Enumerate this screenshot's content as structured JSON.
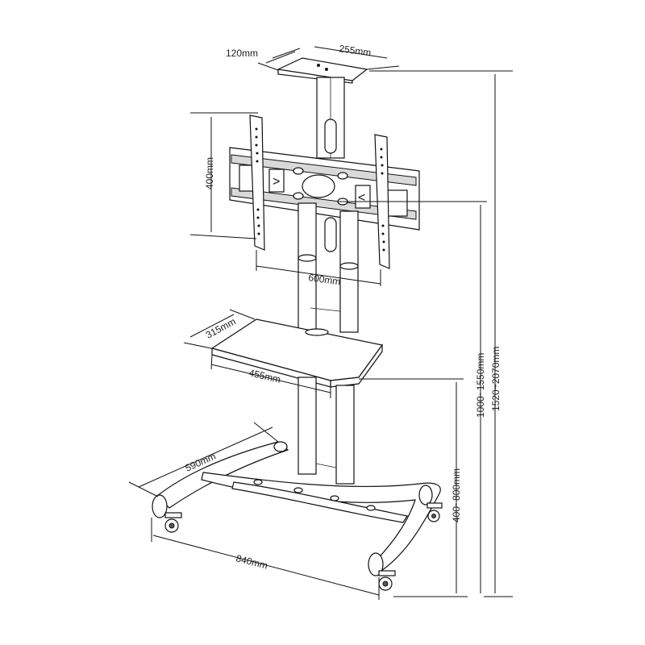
{
  "dimensions": {
    "plate_depth": "120mm",
    "plate_width": "255mm",
    "bracket_height": "400mm",
    "bracket_width": "600mm",
    "shelf_depth": "315mm",
    "shelf_width": "455mm",
    "base_depth": "590mm",
    "base_width": "840mm",
    "shelf_height": "400~800mm",
    "bracket_center_height": "1000~1550mm",
    "total_height": "1520~2070mm"
  }
}
